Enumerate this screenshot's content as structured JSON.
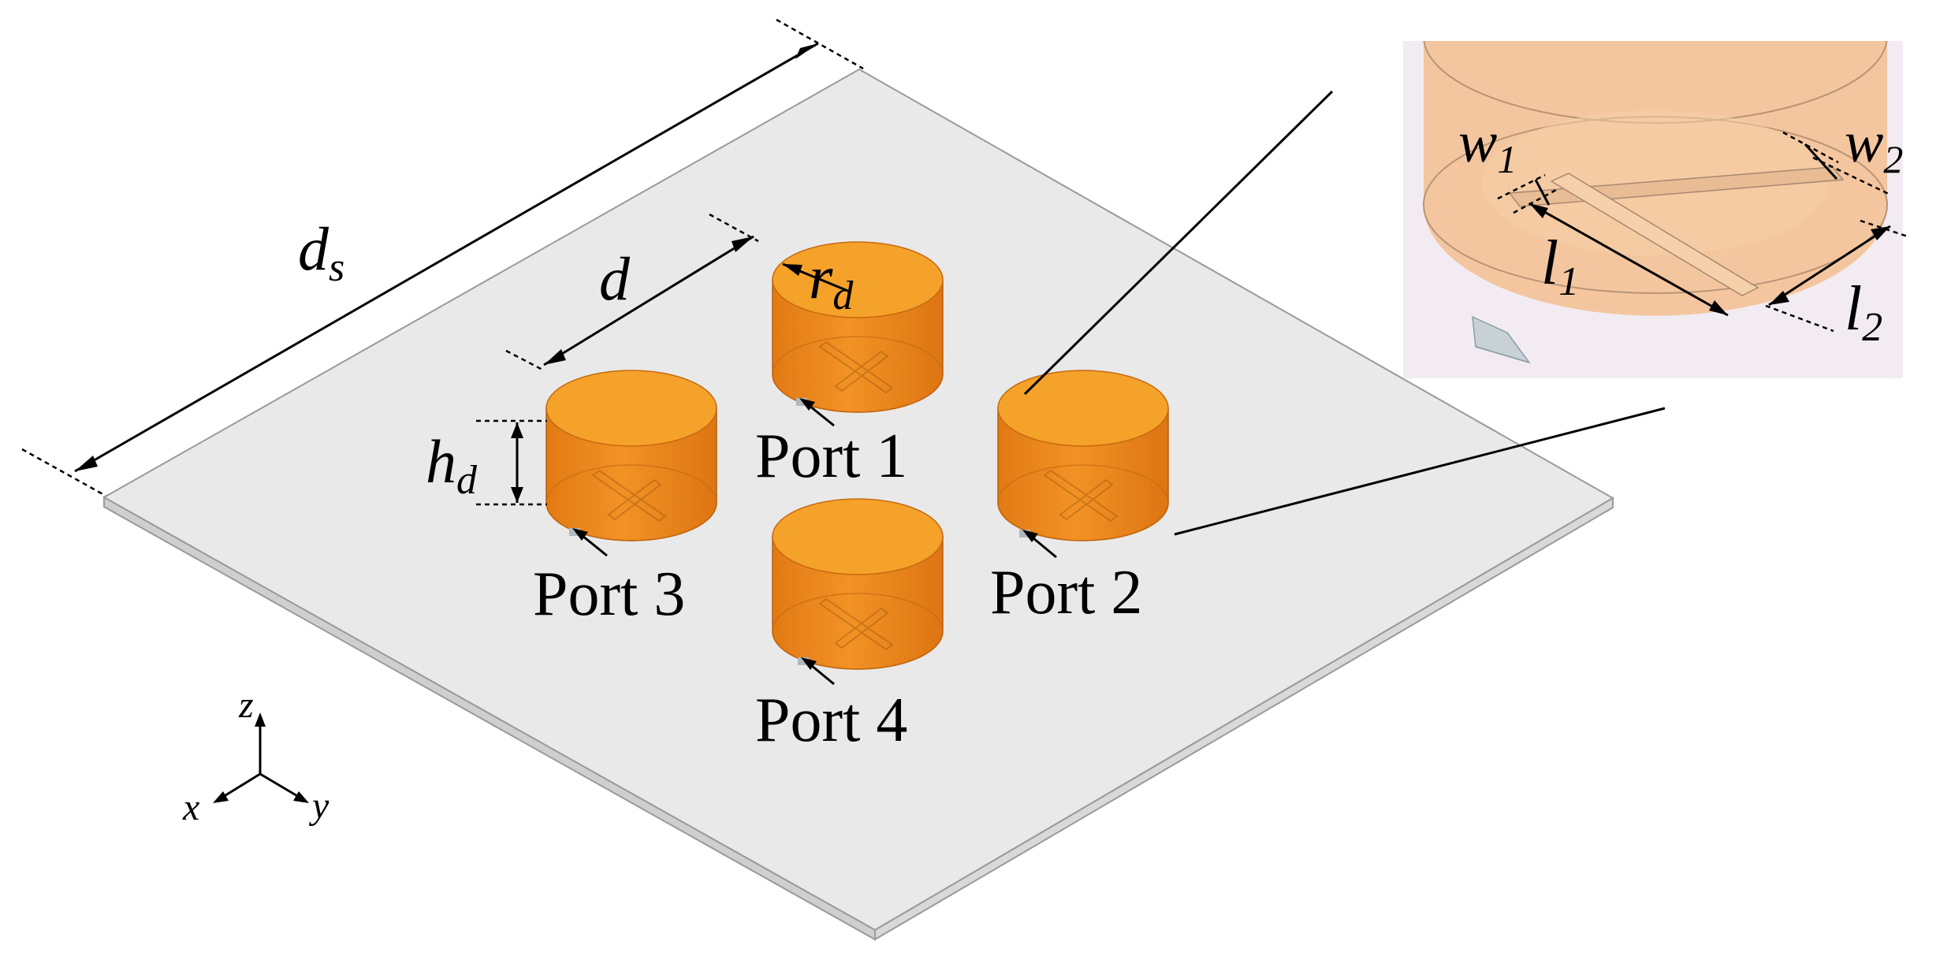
{
  "dimensions": {
    "ds": {
      "main": "d",
      "sub": "s"
    },
    "d": {
      "main": "d"
    },
    "rd": {
      "main": "r",
      "sub": "d"
    },
    "hd": {
      "main": "h",
      "sub": "d"
    },
    "w1": {
      "main": "w",
      "sub": "1"
    },
    "w2": {
      "main": "w",
      "sub": "2"
    },
    "l1": {
      "main": "l",
      "sub": "1"
    },
    "l2": {
      "main": "l",
      "sub": "2"
    }
  },
  "ports": {
    "port1": "Port 1",
    "port2": "Port 2",
    "port3": "Port 3",
    "port4": "Port 4"
  },
  "axes": {
    "z": "z",
    "x": "x",
    "y": "y"
  },
  "colors": {
    "substrate": "#e8e8e8",
    "resonator": "#f08c1e",
    "resonator_top": "#f5a22a",
    "inset_bg": "#f2ecf2",
    "inset_body": "#f3c49a"
  }
}
